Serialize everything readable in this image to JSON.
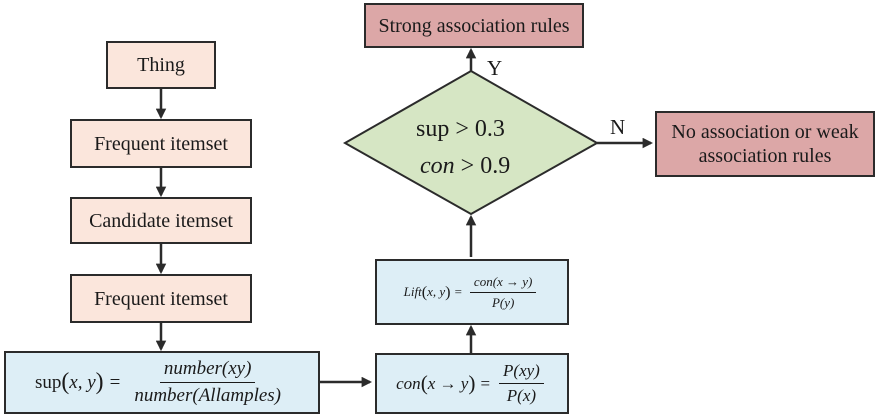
{
  "nodes": {
    "thing": "Thing",
    "frequent_1": "Frequent itemset",
    "candidate": "Candidate itemset",
    "frequent_2": "Frequent itemset",
    "strong": "Strong association rules",
    "weak_line1": "No association or weak",
    "weak_line2": "association rules"
  },
  "support_formula": {
    "lhs_func": "sup",
    "lhs_args": "x, y",
    "numerator": "number(xy)",
    "denominator": "number(Allamples)"
  },
  "confidence_formula": {
    "lhs_func": "con",
    "lhs_args": "x → y",
    "numerator": "P(xy)",
    "denominator": "P(x)"
  },
  "lift_formula": {
    "lhs_func": "Lift",
    "lhs_args": "x, y",
    "numerator": "con(x → y)",
    "denominator": "P(y)"
  },
  "decision": {
    "cond1_func": "sup",
    "cond1_rest": " > 0.3",
    "cond2_func": "con",
    "cond2_rest": " > 0.9",
    "yes_label": "Y",
    "no_label": "N"
  },
  "colors": {
    "peach": "#fbe6dc",
    "blue": "#ddeef6",
    "pink": "#dca7a7",
    "diamond": "#d6e6c4",
    "line": "#2b2b2b"
  }
}
